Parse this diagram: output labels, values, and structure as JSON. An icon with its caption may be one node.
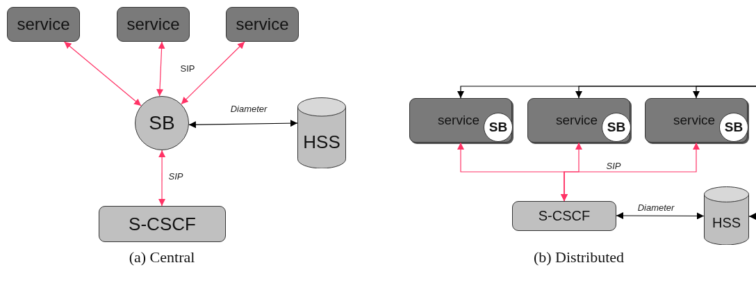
{
  "diagram": {
    "nodes": [
      {
        "text": [
          "service"
        ]
      },
      {
        "text": [
          "service"
        ]
      },
      {
        "text": [
          "service"
        ]
      },
      {
        "text": [
          "SB"
        ]
      },
      {
        "text": [
          "HSS"
        ]
      },
      {
        "text": [
          "S-CSCF"
        ]
      },
      {
        "text": [
          "service"
        ]
      },
      {
        "text": [
          "SB"
        ],
        "in": 6
      },
      {
        "text": [
          "service"
        ]
      },
      {
        "text": [
          "SB"
        ],
        "in": 8
      },
      {
        "text": [
          "service"
        ]
      },
      {
        "text": [
          "SB"
        ],
        "in": 10
      },
      {
        "text": [
          "S-CSCF"
        ]
      },
      {
        "text": [
          "HSS"
        ]
      }
    ],
    "edges": [
      {
        "from": 0,
        "to": 3,
        "arrow": "both"
      },
      {
        "from": 1,
        "to": 3,
        "arrow": "both",
        "label": "SIP"
      },
      {
        "from": 2,
        "to": 3,
        "arrow": "both"
      },
      {
        "from": 3,
        "to": 4,
        "arrow": "both",
        "label": "Diameter",
        "color": "#000000"
      },
      {
        "from": 3,
        "to": 5,
        "arrow": "both",
        "label": "SIP"
      },
      {
        "from": null,
        "to": 6,
        "arrow": "to",
        "color": "#000000"
      },
      {
        "from": null,
        "to": 8,
        "arrow": "to",
        "color": "#000000"
      },
      {
        "from": null,
        "to": 10,
        "arrow": "to",
        "color": "#000000"
      },
      {
        "from": 12,
        "to": 6,
        "arrow": "both"
      },
      {
        "from": 12,
        "to": 8,
        "arrow": "both"
      },
      {
        "from": 12,
        "to": 10,
        "arrow": "both",
        "label": "SIP"
      },
      {
        "from": 12,
        "to": 13,
        "arrow": "both",
        "label": "Diameter",
        "color": "#000000"
      },
      {
        "from": null,
        "to": 13,
        "arrow": "to",
        "color": "#000000"
      }
    ],
    "labels": [
      "(a) Central",
      "(b) Distributed"
    ]
  }
}
